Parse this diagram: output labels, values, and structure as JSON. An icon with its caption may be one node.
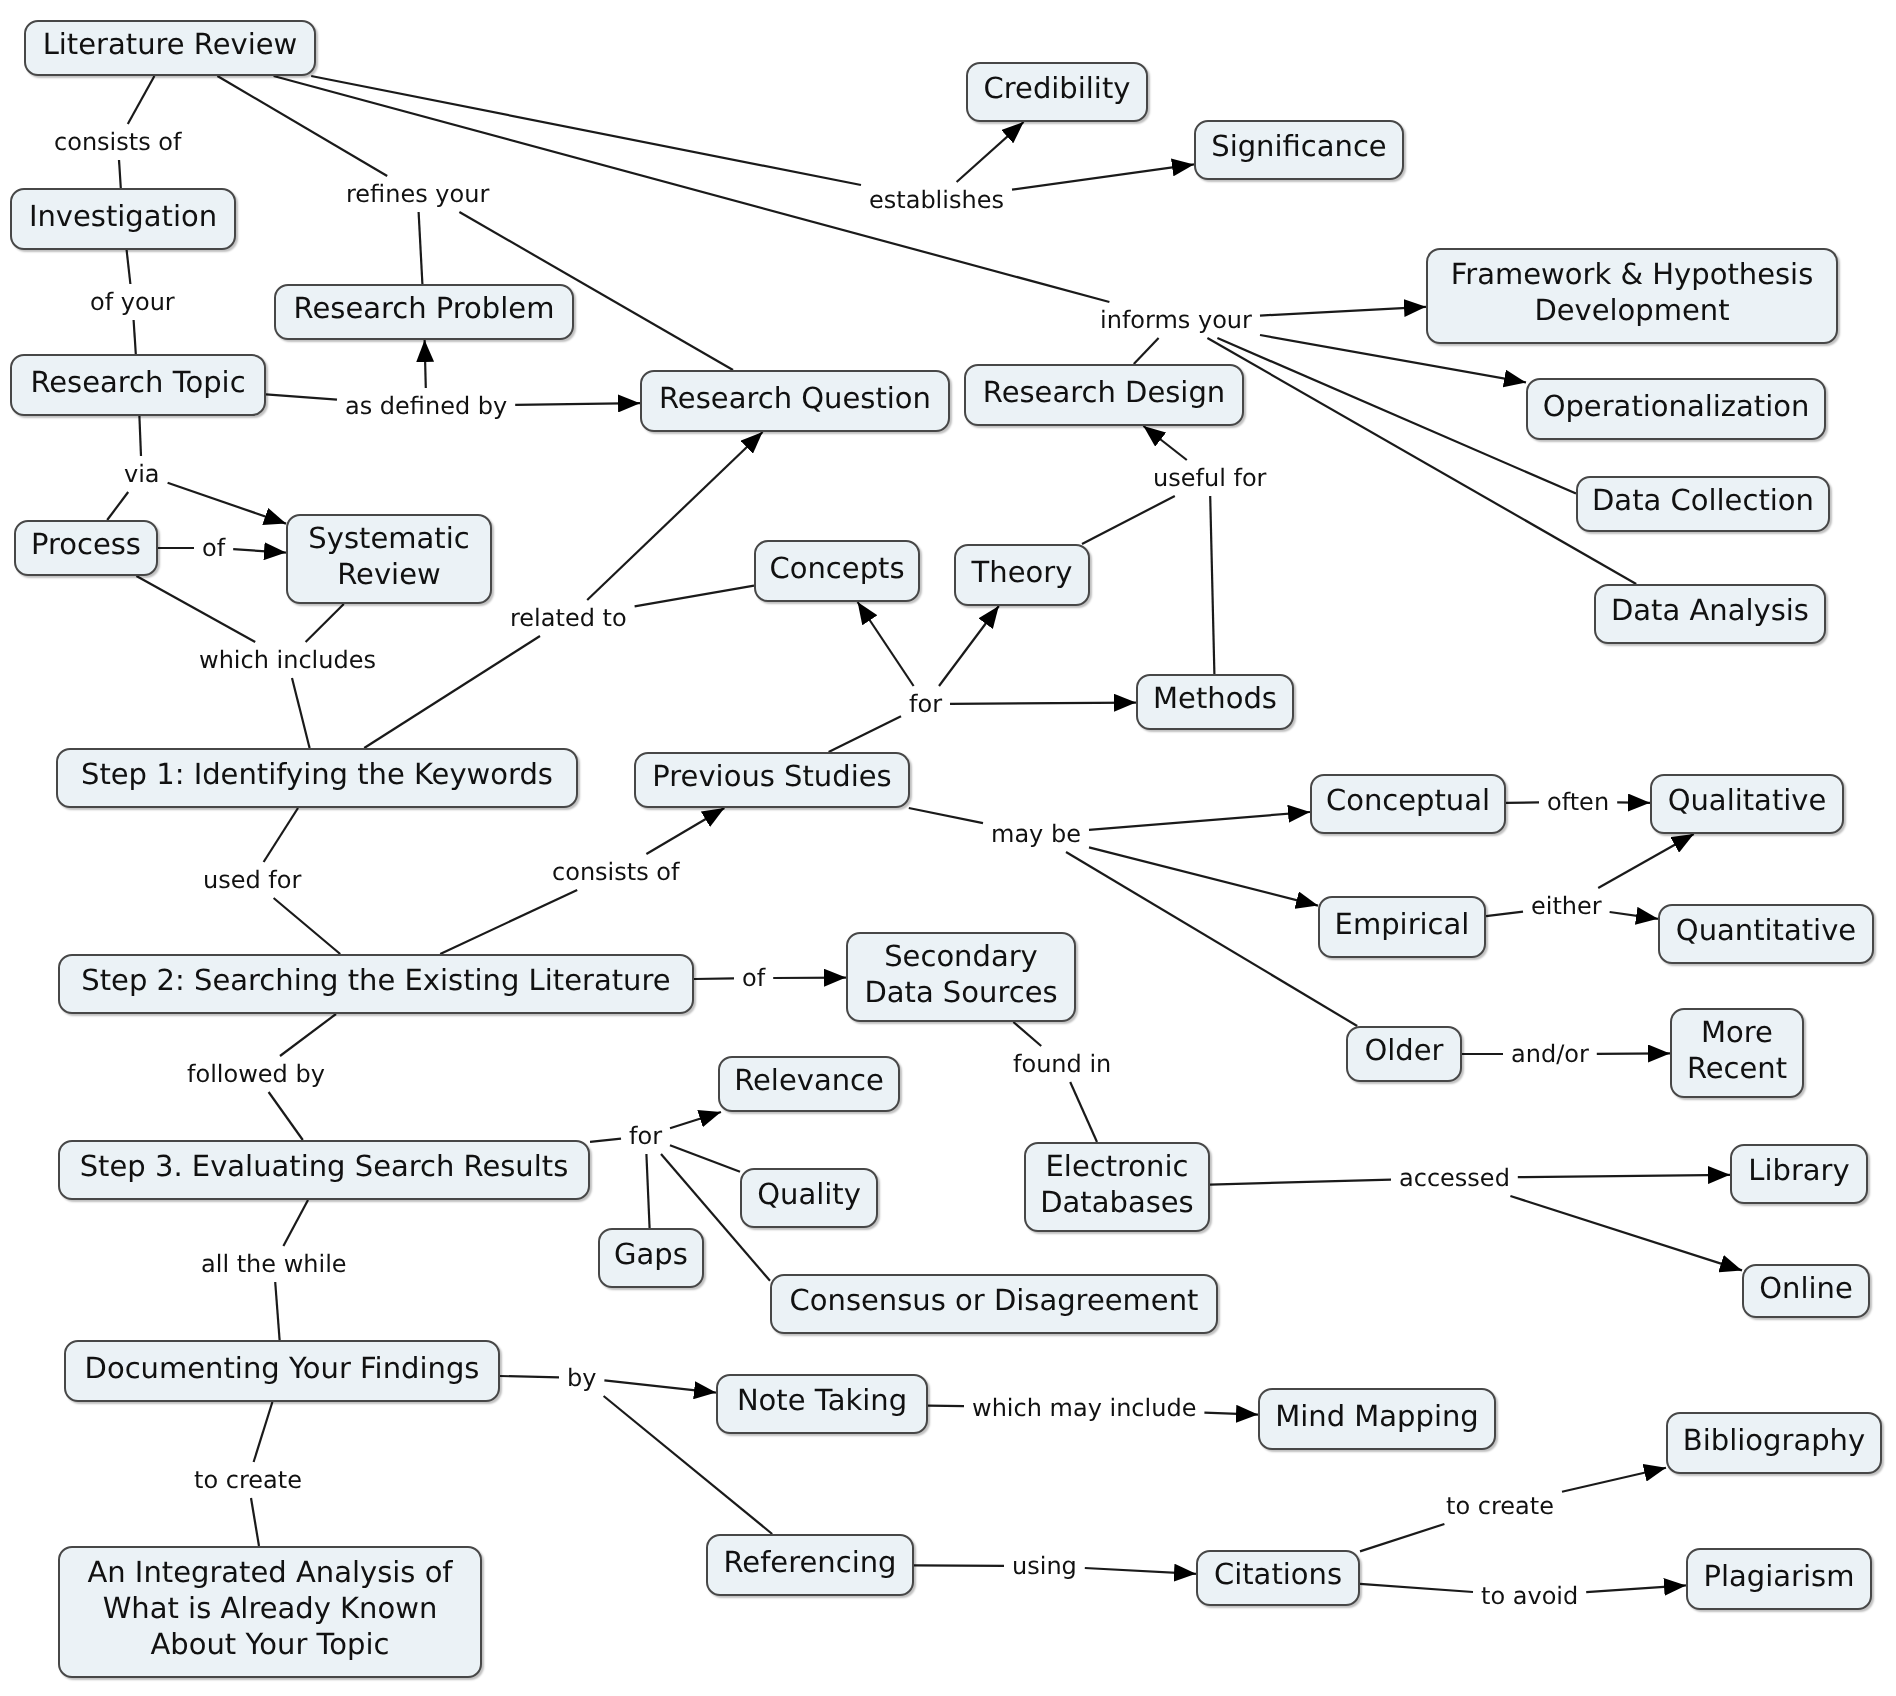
{
  "diagram": {
    "nodes": [
      {
        "text": [
          "Literature Review"
        ]
      },
      {
        "text": [
          "Credibility"
        ]
      },
      {
        "text": [
          "Significance"
        ]
      },
      {
        "text": [
          "consists of"
        ]
      },
      {
        "text": [
          "Investigation"
        ]
      },
      {
        "text": [
          "refines your"
        ]
      },
      {
        "text": [
          "establishes"
        ]
      },
      {
        "text": [
          "Framework & Hypothesis Development"
        ]
      },
      {
        "text": [
          "Research Problem"
        ]
      },
      {
        "text": [
          "informs your"
        ]
      },
      {
        "text": [
          "of your"
        ]
      },
      {
        "text": [
          "Research Topic"
        ]
      },
      {
        "text": [
          "as defined by"
        ]
      },
      {
        "text": [
          "Research Question"
        ]
      },
      {
        "text": [
          "Research Design"
        ]
      },
      {
        "text": [
          "Operationalization"
        ]
      },
      {
        "text": [
          "via"
        ]
      },
      {
        "text": [
          "useful for"
        ]
      },
      {
        "text": [
          "Data Collection"
        ]
      },
      {
        "text": [
          "Process"
        ]
      },
      {
        "text": [
          "of"
        ]
      },
      {
        "text": [
          "Systematic Review"
        ]
      },
      {
        "text": [
          "Concepts"
        ]
      },
      {
        "text": [
          "Theory"
        ]
      },
      {
        "text": [
          "related to"
        ]
      },
      {
        "text": [
          "Data Analysis"
        ]
      },
      {
        "text": [
          "which includes"
        ]
      },
      {
        "text": [
          "for"
        ]
      },
      {
        "text": [
          "Methods"
        ]
      },
      {
        "text": [
          "Step 1: Identifying the Keywords"
        ]
      },
      {
        "text": [
          "Previous Studies"
        ]
      },
      {
        "text": [
          "Conceptual"
        ]
      },
      {
        "text": [
          "often"
        ]
      },
      {
        "text": [
          "Qualitative"
        ]
      },
      {
        "text": [
          "may be"
        ]
      },
      {
        "text": [
          "used for"
        ]
      },
      {
        "text": [
          "consists of"
        ]
      },
      {
        "text": [
          "Empirical"
        ]
      },
      {
        "text": [
          "either"
        ]
      },
      {
        "text": [
          "Quantitative"
        ]
      },
      {
        "text": [
          "Step 2: Searching the Existing Literature"
        ]
      },
      {
        "text": [
          "of"
        ]
      },
      {
        "text": [
          "Secondary Data Sources"
        ]
      },
      {
        "text": [
          "Older"
        ]
      },
      {
        "text": [
          "and/or"
        ]
      },
      {
        "text": [
          "More Recent"
        ]
      },
      {
        "text": [
          "followed by"
        ]
      },
      {
        "text": [
          "found in"
        ]
      },
      {
        "text": [
          "Relevance"
        ]
      },
      {
        "text": [
          "for"
        ]
      },
      {
        "text": [
          "Step 3. Evaluating Search Results"
        ]
      },
      {
        "text": [
          "Electronic Databases"
        ]
      },
      {
        "text": [
          "accessed"
        ]
      },
      {
        "text": [
          "Library"
        ]
      },
      {
        "text": [
          "Quality"
        ]
      },
      {
        "text": [
          "Gaps"
        ]
      },
      {
        "text": [
          "all the while"
        ]
      },
      {
        "text": [
          "Online"
        ]
      },
      {
        "text": [
          "Consensus or Disagreement"
        ]
      },
      {
        "text": [
          "Documenting Your Findings"
        ]
      },
      {
        "text": [
          "by"
        ]
      },
      {
        "text": [
          "Note Taking"
        ]
      },
      {
        "text": [
          "which may include"
        ]
      },
      {
        "text": [
          "Mind Mapping"
        ]
      },
      {
        "text": [
          "Bibliography"
        ]
      },
      {
        "text": [
          "to create"
        ]
      },
      {
        "text": [
          "to create"
        ]
      },
      {
        "text": [
          "Referencing"
        ]
      },
      {
        "text": [
          "using"
        ]
      },
      {
        "text": [
          "Citations"
        ]
      },
      {
        "text": [
          "to avoid"
        ]
      },
      {
        "text": [
          "Plagiarism"
        ]
      },
      {
        "text": [
          "An Integrated Analysis of What is Already Known About Your Topic"
        ]
      }
    ],
    "edges": [
      {
        "from": 0,
        "to": 3,
        "arrow": "none"
      },
      {
        "from": 3,
        "to": 4,
        "arrow": "none"
      },
      {
        "from": 0,
        "to": 5,
        "arrow": "none"
      },
      {
        "from": 5,
        "to": 8,
        "arrow": "none"
      },
      {
        "from": 5,
        "to": 13,
        "arrow": "none"
      },
      {
        "from": 0,
        "to": 6,
        "arrow": "none"
      },
      {
        "from": 6,
        "to": 1,
        "arrow": "to"
      },
      {
        "from": 6,
        "to": 2,
        "arrow": "to"
      },
      {
        "from": 0,
        "to": 9,
        "arrow": "none"
      },
      {
        "from": 9,
        "to": 7,
        "arrow": "to"
      },
      {
        "from": 9,
        "to": 14,
        "arrow": "none"
      },
      {
        "from": 9,
        "to": 15,
        "arrow": "to"
      },
      {
        "from": 9,
        "to": 18,
        "arrow": "none"
      },
      {
        "from": 9,
        "to": 25,
        "arrow": "none"
      },
      {
        "from": 4,
        "to": 10,
        "arrow": "none"
      },
      {
        "from": 10,
        "to": 11,
        "arrow": "none"
      },
      {
        "from": 11,
        "to": 12,
        "arrow": "none"
      },
      {
        "from": 12,
        "to": 8,
        "arrow": "to"
      },
      {
        "from": 12,
        "to": 13,
        "arrow": "to"
      },
      {
        "from": 11,
        "to": 16,
        "arrow": "none"
      },
      {
        "from": 16,
        "to": 19,
        "arrow": "none"
      },
      {
        "from": 16,
        "to": 21,
        "arrow": "to"
      },
      {
        "from": 19,
        "to": 20,
        "arrow": "none"
      },
      {
        "from": 20,
        "to": 21,
        "arrow": "to"
      },
      {
        "from": 19,
        "to": 26,
        "arrow": "none"
      },
      {
        "from": 21,
        "to": 26,
        "arrow": "none"
      },
      {
        "from": 26,
        "to": 29,
        "arrow": "none"
      },
      {
        "from": 29,
        "to": 24,
        "arrow": "none"
      },
      {
        "from": 24,
        "to": 13,
        "arrow": "to"
      },
      {
        "from": 24,
        "to": 22,
        "arrow": "none"
      },
      {
        "from": 23,
        "to": 17,
        "arrow": "none"
      },
      {
        "from": 28,
        "to": 17,
        "arrow": "none"
      },
      {
        "from": 17,
        "to": 14,
        "arrow": "to"
      },
      {
        "from": 30,
        "to": 27,
        "arrow": "none"
      },
      {
        "from": 27,
        "to": 22,
        "arrow": "to"
      },
      {
        "from": 27,
        "to": 23,
        "arrow": "to"
      },
      {
        "from": 27,
        "to": 28,
        "arrow": "to"
      },
      {
        "from": 29,
        "to": 35,
        "arrow": "none"
      },
      {
        "from": 35,
        "to": 40,
        "arrow": "none"
      },
      {
        "from": 40,
        "to": 36,
        "arrow": "none"
      },
      {
        "from": 36,
        "to": 30,
        "arrow": "to"
      },
      {
        "from": 30,
        "to": 34,
        "arrow": "none"
      },
      {
        "from": 34,
        "to": 31,
        "arrow": "to"
      },
      {
        "from": 34,
        "to": 37,
        "arrow": "to"
      },
      {
        "from": 34,
        "to": 43,
        "arrow": "none"
      },
      {
        "from": 31,
        "to": 32,
        "arrow": "none"
      },
      {
        "from": 32,
        "to": 33,
        "arrow": "to"
      },
      {
        "from": 37,
        "to": 38,
        "arrow": "none"
      },
      {
        "from": 38,
        "to": 33,
        "arrow": "to"
      },
      {
        "from": 38,
        "to": 39,
        "arrow": "to"
      },
      {
        "from": 40,
        "to": 41,
        "arrow": "none"
      },
      {
        "from": 41,
        "to": 42,
        "arrow": "to"
      },
      {
        "from": 43,
        "to": 44,
        "arrow": "none"
      },
      {
        "from": 44,
        "to": 45,
        "arrow": "to"
      },
      {
        "from": 40,
        "to": 46,
        "arrow": "none"
      },
      {
        "from": 46,
        "to": 50,
        "arrow": "none"
      },
      {
        "from": 42,
        "to": 47,
        "arrow": "none"
      },
      {
        "from": 47,
        "to": 51,
        "arrow": "none"
      },
      {
        "from": 50,
        "to": 49,
        "arrow": "none"
      },
      {
        "from": 49,
        "to": 48,
        "arrow": "to"
      },
      {
        "from": 49,
        "to": 54,
        "arrow": "none"
      },
      {
        "from": 49,
        "to": 55,
        "arrow": "none"
      },
      {
        "from": 49,
        "to": 58,
        "arrow": "none"
      },
      {
        "from": 51,
        "to": 52,
        "arrow": "none"
      },
      {
        "from": 52,
        "to": 53,
        "arrow": "to"
      },
      {
        "from": 52,
        "to": 57,
        "arrow": "to"
      },
      {
        "from": 50,
        "to": 56,
        "arrow": "none"
      },
      {
        "from": 56,
        "to": 59,
        "arrow": "none"
      },
      {
        "from": 59,
        "to": 60,
        "arrow": "none"
      },
      {
        "from": 60,
        "to": 61,
        "arrow": "to"
      },
      {
        "from": 60,
        "to": 67,
        "arrow": "none"
      },
      {
        "from": 61,
        "to": 62,
        "arrow": "none"
      },
      {
        "from": 62,
        "to": 63,
        "arrow": "to"
      },
      {
        "from": 59,
        "to": 65,
        "arrow": "none"
      },
      {
        "from": 65,
        "to": 72,
        "arrow": "none"
      },
      {
        "from": 67,
        "to": 68,
        "arrow": "none"
      },
      {
        "from": 68,
        "to": 69,
        "arrow": "to"
      },
      {
        "from": 69,
        "to": 66,
        "arrow": "none"
      },
      {
        "from": 66,
        "to": 64,
        "arrow": "to"
      },
      {
        "from": 69,
        "to": 70,
        "arrow": "none"
      },
      {
        "from": 70,
        "to": 71,
        "arrow": "to"
      }
    ]
  }
}
